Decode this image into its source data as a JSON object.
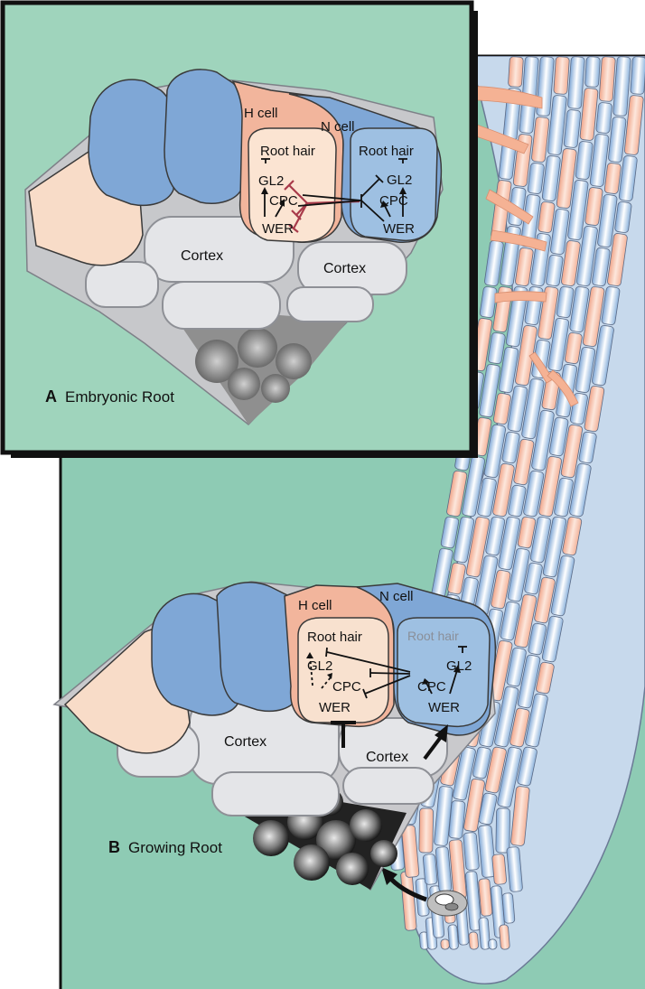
{
  "colors": {
    "background_green": "#8ecbb4",
    "inset_green": "#9fd4bc",
    "hair_cell": "#f2b59c",
    "hair_cell_light": "#f8dcc8",
    "non_hair_cell": "#9ec0e2",
    "non_hair_cell_dark": "#7fa7d3",
    "cortex": "#e3e4e7",
    "cell_wall": "#8e9096",
    "inhibition_red": "#a83a4a",
    "frame": "#111111"
  },
  "panel_a": {
    "letter": "A",
    "title": "Embryonic Root",
    "h_cell": "H cell",
    "n_cell": "N cell",
    "h_root_hair": "Root hair",
    "n_root_hair": "Root hair",
    "h_gl2": "GL2",
    "h_cpc": "CPC",
    "h_wer": "WER",
    "n_gl2": "GL2",
    "n_cpc": "CPC",
    "n_wer": "WER",
    "cortex_left": "Cortex",
    "cortex_right": "Cortex"
  },
  "panel_b": {
    "letter": "B",
    "title": "Growing Root",
    "h_cell": "H cell",
    "n_cell": "N cell",
    "h_root_hair": "Root hair",
    "n_root_hair": "Root hair",
    "h_gl2": "GL2",
    "h_cpc": "CPC",
    "h_wer": "WER",
    "n_gl2": "GL2",
    "n_cpc": "CPC",
    "n_wer": "WER",
    "cortex_left": "Cortex",
    "cortex_right": "Cortex"
  }
}
